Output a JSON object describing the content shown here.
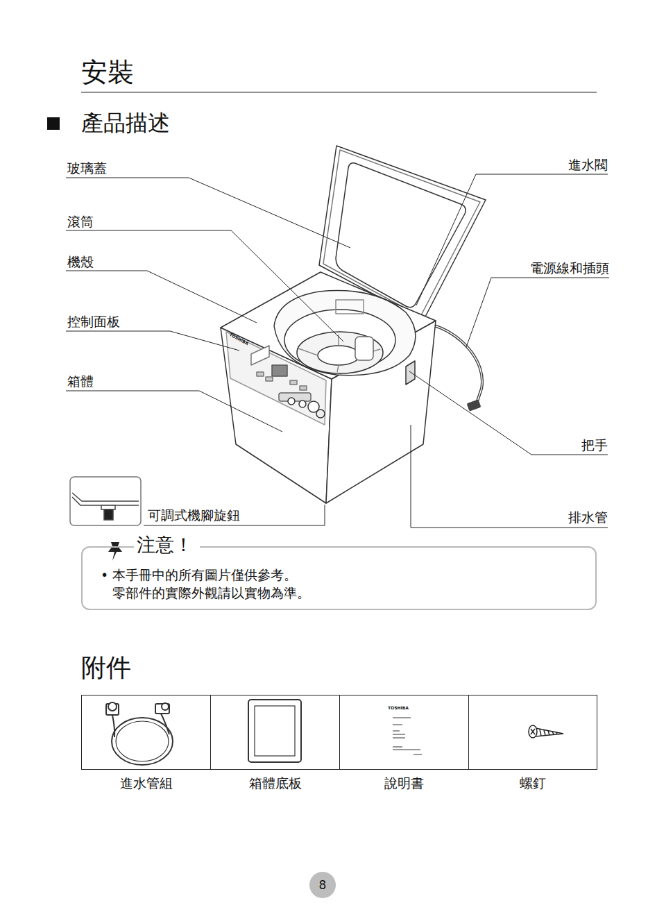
{
  "diagram": {
    "title": "安裝",
    "nodes": [
      {
        "text": [
          "注意！",
          "• 本手冊中的所有圖片僅供參考。 零部件的實際外觀請以實物為準。"
        ]
      },
      {
        "text": [
          "進水管組"
        ]
      },
      {
        "text": [
          "箱體底板"
        ]
      },
      {
        "text": [
          "說明書"
        ]
      },
      {
        "text": [
          "螺釘"
        ]
      },
      {
        "text": [
          "8"
        ]
      }
    ],
    "labels": [
      "產品描述",
      "玻璃蓋",
      "滾筒",
      "機殼",
      "控制面板",
      "箱體",
      "可調式機腳旋鈕",
      "進水閥",
      "電源線和插頭",
      "把手",
      "排水管",
      "附件",
      "TOSHIBA",
      "TOSHIBA"
    ]
  }
}
